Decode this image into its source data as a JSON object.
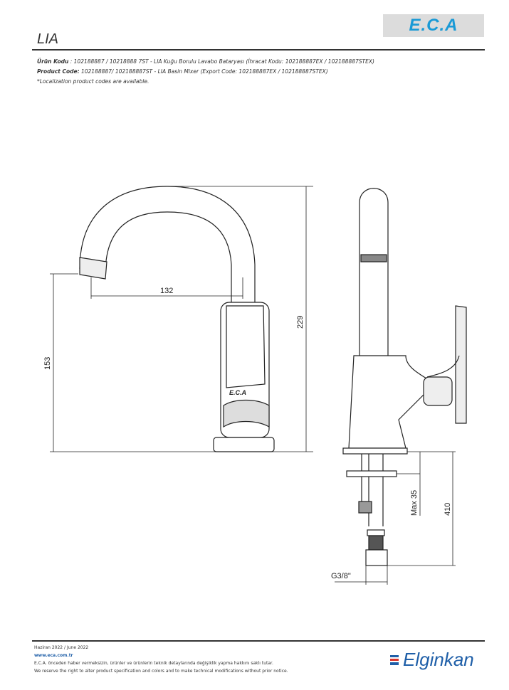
{
  "header": {
    "title": "LIA",
    "logo_text": "E.C.A",
    "product_line_tr_label": "Ürün Kodu",
    "product_line_tr": ": 102188887 / 10218888 7ST - LIA Kuğu Borulu Lavabo Bataryası (İhracat Kodu: 102188887EX / 102188887STEX)",
    "product_line_en_label": "Product Code:",
    "product_line_en": " 102188887/ 102188887ST - LIA Basin Mixer (Export Code: 102188887EX / 102188887STEX)",
    "localization_note": "*Localization product codes are available."
  },
  "drawing": {
    "dim_spout_reach": "132",
    "dim_spout_height": "153",
    "dim_total_height": "229",
    "dim_max_thickness": "Max 35",
    "dim_hose_length": "410",
    "dim_connection": "G3/8\"",
    "body_mark": "E.C.A"
  },
  "footer": {
    "date": "Haziran 2022 / June 2022",
    "website": "www.eca.com.tr",
    "disclaimer_tr": "E.C.A. önceden haber vermeksizin, ürünler ve ürünlerin teknik detaylarında değişiklik yapma hakkını saklı tutar.",
    "disclaimer_en": "We reserve the right to alter product specification and colors and to make technical modifications without prior notice.",
    "brand": "Elginkan"
  },
  "colors": {
    "eca_blue": "#1a9ad6",
    "elginkan_blue": "#1f5fa8",
    "elginkan_red": "#d9342b"
  }
}
